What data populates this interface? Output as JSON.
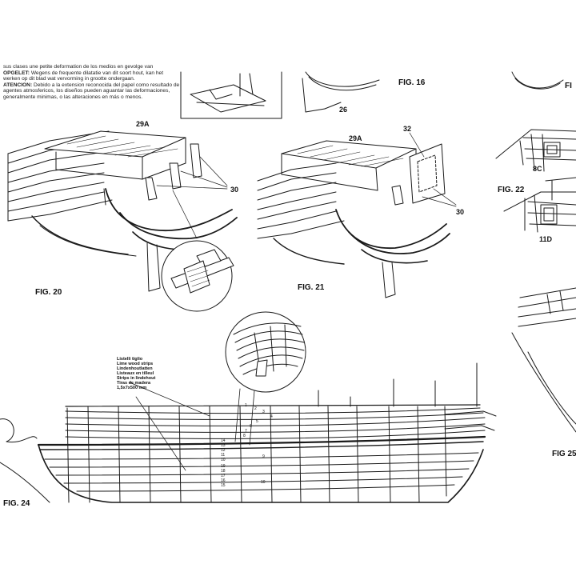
{
  "notes": [
    {
      "keyword": "",
      "text": "sus clases une petite deformation de los medios en gevolge van"
    },
    {
      "keyword": "OPGELET:",
      "text": "Wegens de frequente dilatatie van dit soort hout, kan het werken op dit blad wat vervorming in grootte ondergaan."
    },
    {
      "keyword": "ATENCION:",
      "text": "Debido a la extension reconocida del papel como resultado de agentes atmosfericos, los diseños pueden aguantar las deformaciones, generalmente minimas, o las alteraciones en más o menos."
    }
  ],
  "figures": {
    "fig16": "FIG. 16",
    "fig20": "FIG. 20",
    "fig21": "FIG. 21",
    "fig22": "FIG. 22",
    "fig24": "FIG. 24",
    "fig25": "FIG 25",
    "fig_partial": "FI"
  },
  "part_numbers": {
    "p26": "26",
    "p29a_left": "29A",
    "p29a_right": "29A",
    "p30_left": "30",
    "p30_right": "30",
    "p32": "32",
    "p8c": "8C",
    "p11d": "11D"
  },
  "strip_callout": [
    "Listelli tiglio",
    "Lime wood strips",
    "Lindenhoutlatten",
    "Listeaux en tilleul",
    "Strips in lindehout",
    "Tiras de madera",
    "1,5x7x500 mm"
  ],
  "strip_numbers_upper": [
    "1",
    "2",
    "3",
    "4",
    "5",
    "6",
    "7",
    "8",
    "9"
  ],
  "strip_numbers_lower": [
    "14",
    "13",
    "12",
    "11",
    "10",
    "19",
    "18",
    "17",
    "16",
    "15",
    "10"
  ]
}
